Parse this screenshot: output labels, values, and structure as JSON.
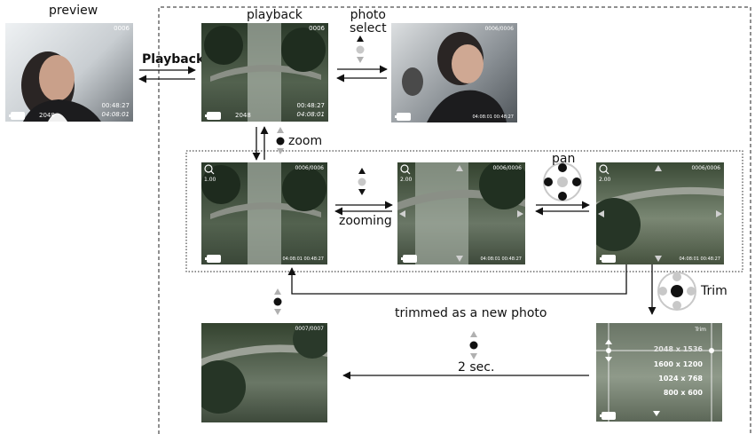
{
  "labels": {
    "preview": "preview",
    "playback": "playback",
    "photo_select": "photo\nselect",
    "playback_button": "Playback",
    "zoom": "zoom",
    "zooming": "zooming",
    "pan": "pan",
    "trim": "Trim",
    "trimmed_as_new_photo": "trimmed as a new photo",
    "two_sec": "2 sec."
  },
  "screens": {
    "preview": {
      "counter": "0006",
      "time": "00:48:27",
      "date": "04:08:01",
      "resolution": "2048"
    },
    "playback": {
      "counter": "0006",
      "time": "00:48:27",
      "date": "04:08:01",
      "resolution": "2048"
    },
    "photo_select": {
      "counter": "0006/0006",
      "datetime": "04:08:01 00:48:27"
    },
    "zoom_1": {
      "counter": "0006/0006",
      "zoom": "1.00",
      "datetime": "04:08:01 00:48:27"
    },
    "zoom_2": {
      "counter": "0006/0006",
      "zoom": "2.00",
      "datetime": "04:08:01 00:48:27"
    },
    "zoom_pan": {
      "counter": "0006/0006",
      "zoom": "2.00",
      "datetime": "04:08:01 00:48:27"
    },
    "trimmed": {
      "counter": "0007/0007"
    },
    "trim": {
      "title": "Trim",
      "sizes": [
        "2048 x 1536",
        "1600 x 1200",
        "1024 x 768",
        "800 x 600"
      ]
    }
  },
  "colors": {
    "line": "#111111",
    "grey_arrow": "#b0b0b0",
    "dot_black": "#111111",
    "dot_grey": "#c8c8c8"
  }
}
